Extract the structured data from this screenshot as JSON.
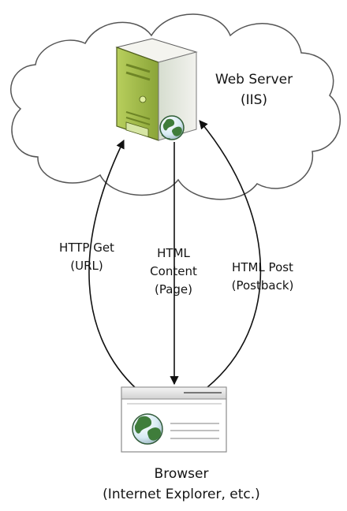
{
  "server": {
    "name": "Web Server",
    "type": "(IIS)"
  },
  "arrows": {
    "get": {
      "line1": "HTTP Get",
      "line2": "(URL)"
    },
    "content": {
      "line1": "HTML",
      "line2": "Content",
      "line3": "(Page)"
    },
    "post": {
      "line1": "HTML Post",
      "line2": "(Postback)"
    }
  },
  "browser": {
    "name": "Browser",
    "examples": "(Internet Explorer, etc.)"
  },
  "colors": {
    "line": "#111111",
    "cloud_stroke": "#555555",
    "server_green": "#9bb33f",
    "server_dark": "#4f5f1b",
    "globe_green": "#3f7d3b",
    "browser_frame": "#8a8a8a"
  }
}
